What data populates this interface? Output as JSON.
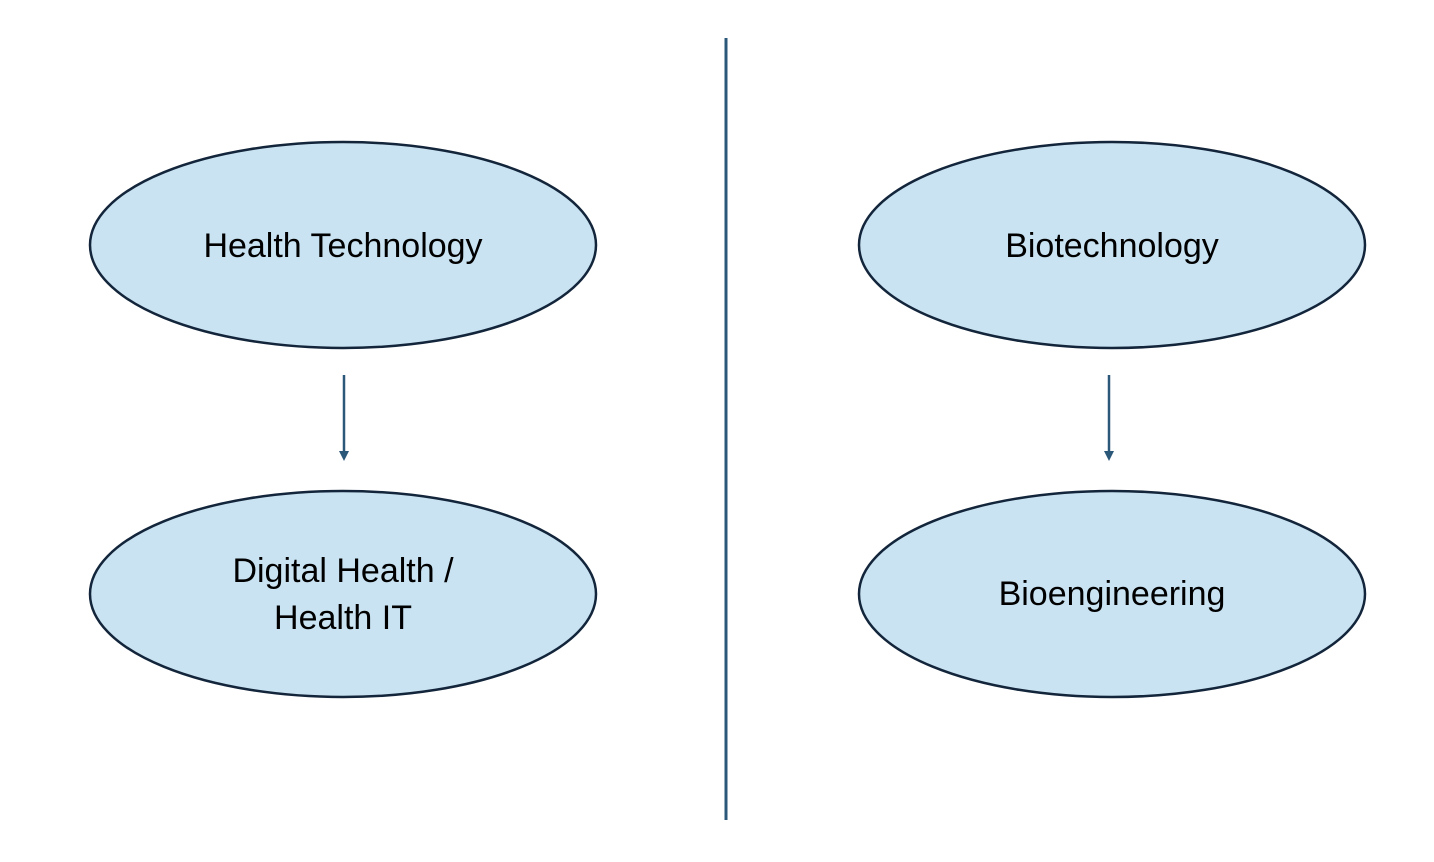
{
  "colors": {
    "node_fill": "#c9e3f2",
    "node_stroke": "#13253a",
    "connector": "#2b5878",
    "divider": "#2b5878"
  },
  "left_column": {
    "top_node": {
      "lines": [
        "Health Technology"
      ]
    },
    "bottom_node": {
      "lines": [
        "Digital Health /",
        "Health IT"
      ]
    }
  },
  "right_column": {
    "top_node": {
      "lines": [
        "Biotechnology"
      ]
    },
    "bottom_node": {
      "lines": [
        "Bioengineering"
      ]
    }
  }
}
